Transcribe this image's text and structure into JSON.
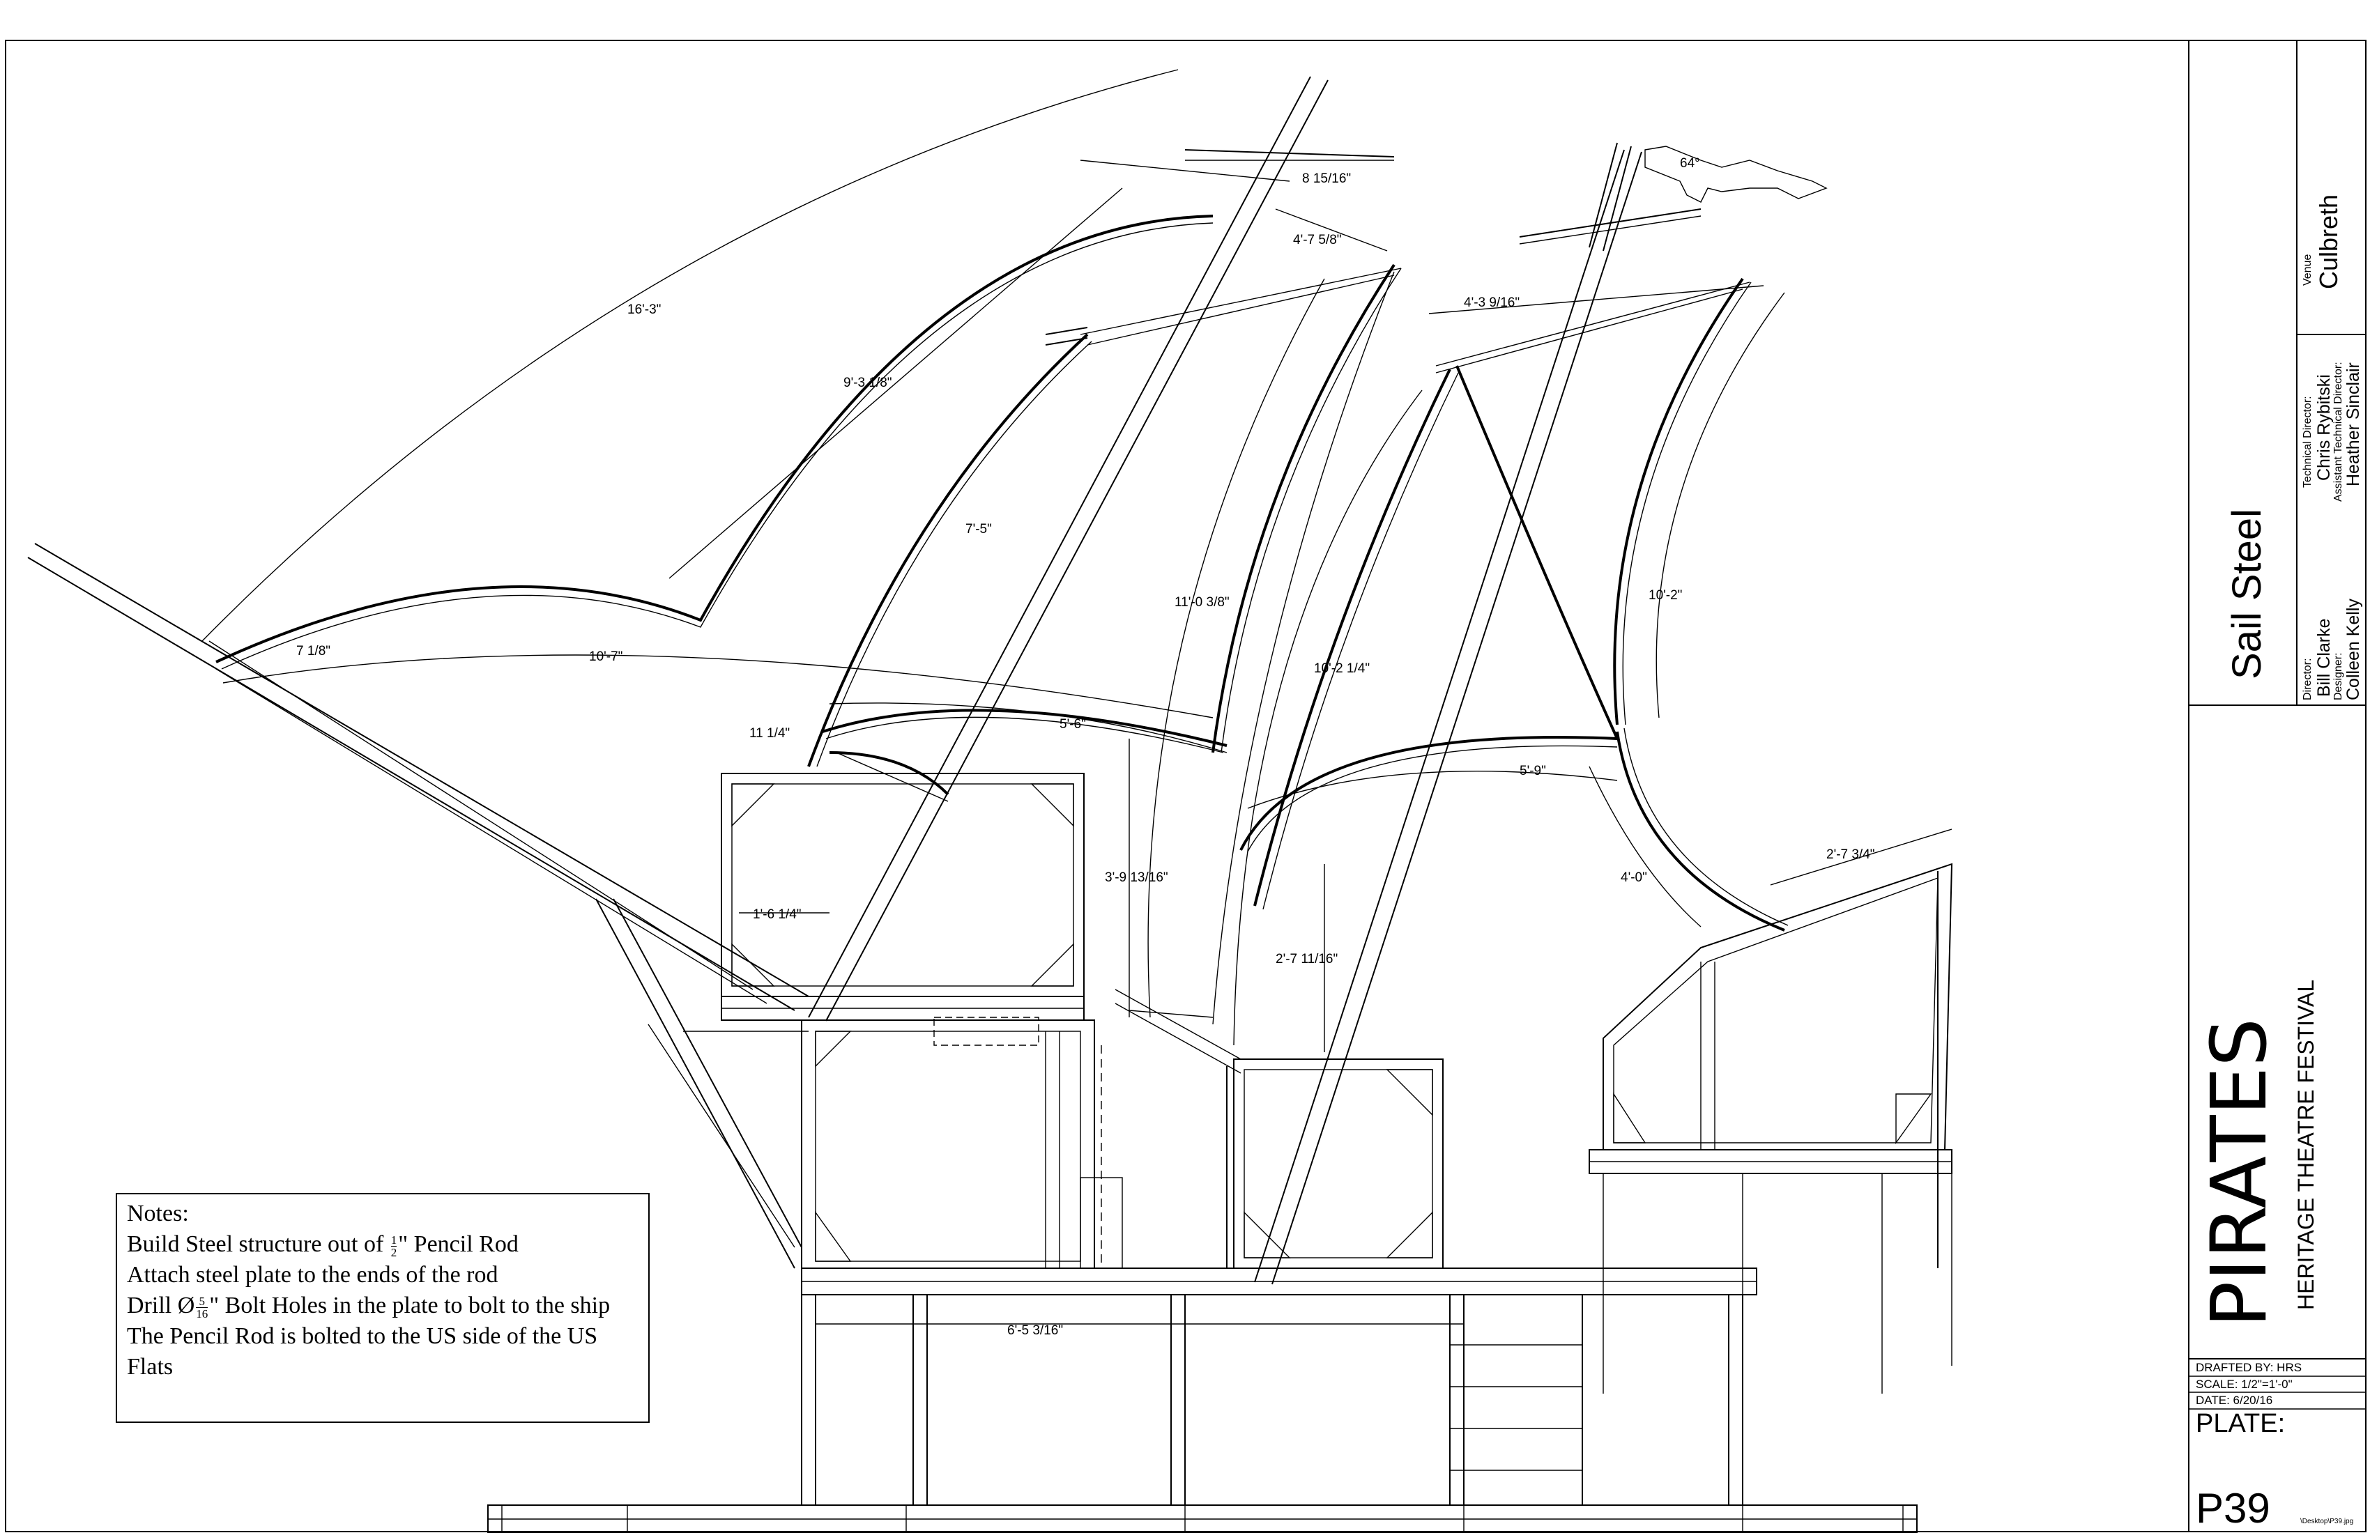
{
  "dimensions": {
    "d1": "16'-3\"",
    "d2": "8 15/16\"",
    "d3": "4'-7 5/8\"",
    "d4": "64°",
    "d5": "4'-3 9/16\"",
    "d6": "9'-3 1/8\"",
    "d7": "7'-5\"",
    "d8": "11'-0 3/8\"",
    "d9": "10'-2 1/4\"",
    "d10": "10'-2\"",
    "d11": "7 1/8\"",
    "d12": "10'-7\"",
    "d13": "11 1/4\"",
    "d14": "5'-6\"",
    "d15": "5'-9\"",
    "d16": "3'-9 13/16\"",
    "d17": "1'-6 1/4\"",
    "d18": "2'-7 11/16\"",
    "d19": "4'-0\"",
    "d20": "2'-7 3/4\"",
    "d21": "6'-5 3/16\""
  },
  "notes": {
    "heading": "Notes:",
    "line1_pre": "Build Steel structure out of",
    "line1_num": "1",
    "line1_den": "2",
    "line1_post": "\" Pencil Rod",
    "line2": "Attach steel plate to the ends of the rod",
    "line3_pre": "Drill Ø",
    "line3_num": "5",
    "line3_den": "16",
    "line3_post": "\" Bolt Holes in the plate to bolt to the ship",
    "line4": "The Pencil Rod is bolted to the US side of the US Flats"
  },
  "title_block": {
    "venue_label": "Venue",
    "venue": "Culbreth",
    "td_label": "Technical Director:",
    "td": "Chris Rybitski",
    "atd_label": "Assistant Technical Director:",
    "atd": "Heather Sinclair",
    "director_label": "Director:",
    "director": "Bill Clarke",
    "designer_label": "Designer:",
    "designer": "Colleen Kelly",
    "sheet_title": "Sail Steel",
    "show_title": "PIRATES",
    "festival": "HERITAGE THEATRE FESTIVAL",
    "drafted_by": "DRAFTED BY: HRS",
    "scale": "SCALE: 1/2\"=1'-0\"",
    "date": "DATE: 6/20/16",
    "plate_label": "PLATE:",
    "plate_number": "P39",
    "file_name": "\\Desktop\\P39.jpg"
  }
}
